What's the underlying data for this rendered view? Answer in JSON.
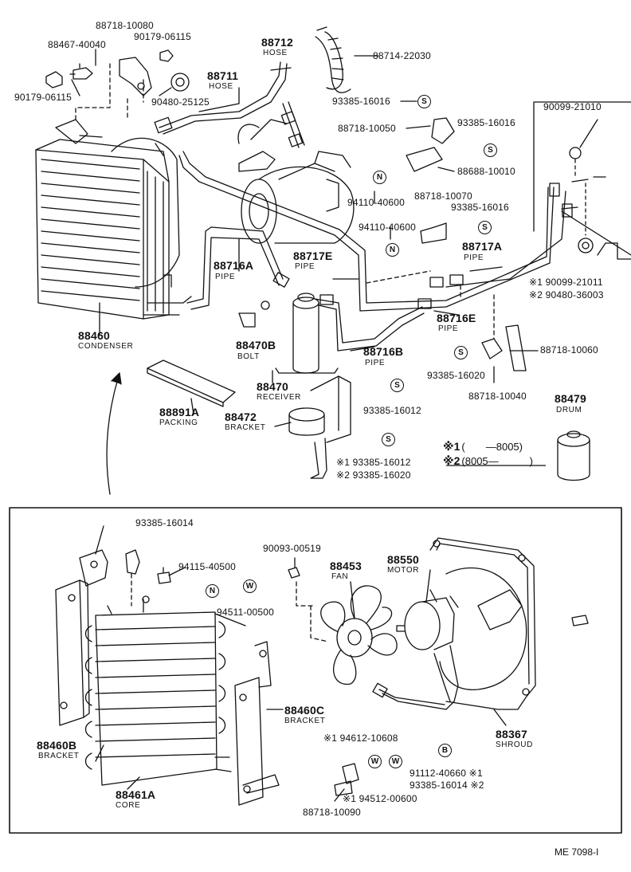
{
  "parts": {
    "p_88718_10080": "88718-10080",
    "p_88467_40040": "88467-40040",
    "p_90179_06115_a": "90179-06115",
    "p_90179_06115_b": "90179-06115",
    "p_88712": "88712",
    "p_88712_sub": "HOSE",
    "p_88714_22030": "88714-22030",
    "p_88711": "88711",
    "p_88711_sub": "HOSE",
    "p_90480_25125": "90480-25125",
    "p_93385_16016_a": "93385-16016",
    "p_90099_21010": "90099-21010",
    "p_88718_10050": "88718-10050",
    "p_93385_16016_b": "93385-16016",
    "p_88688_10010": "88688-10010",
    "p_94110_40600_a": "94110-40600",
    "p_88718_10070": "88718-10070",
    "p_93385_16016_c": "93385-16016",
    "p_94110_40600_b": "94110-40600",
    "p_88717A": "88717A",
    "p_88717A_sub": "PIPE",
    "p_88716A": "88716A",
    "p_88716A_sub": "PIPE",
    "p_88717E": "88717E",
    "p_88717E_sub": "PIPE",
    "p_x1_90099_21011": "※1 90099-21011",
    "p_x2_90480_36003": "※2 90480-36003",
    "p_88716E": "88716E",
    "p_88716E_sub": "PIPE",
    "p_88460": "88460",
    "p_88460_sub": "CONDENSER",
    "p_88470B": "88470B",
    "p_88470B_sub": "BOLT",
    "p_88716B": "88716B",
    "p_88716B_sub": "PIPE",
    "p_93385_16020": "93385-16020",
    "p_88718_10060": "88718-10060",
    "p_88470": "88470",
    "p_88470_sub": "RECEIVER",
    "p_88718_10040": "88718-10040",
    "p_88479": "88479",
    "p_88479_sub": "DRUM",
    "p_88891A": "88891A",
    "p_88891A_sub": "PACKING",
    "p_88472": "88472",
    "p_88472_sub": "BRACKET",
    "p_93385_16012": "93385-16012",
    "p_x1_93385_16012": "※1 93385-16012",
    "p_x2_93385_16020": "※2 93385-16020",
    "p_93385_16014_top": "93385-16014",
    "p_94115_40500": "94115-40500",
    "p_90093_00519": "90093-00519",
    "p_88453": "88453",
    "p_88453_sub": "FAN",
    "p_88550": "88550",
    "p_88550_sub": "MOTOR",
    "p_94511_00500": "94511-00500",
    "p_88460C": "88460C",
    "p_88460C_sub": "BRACKET",
    "p_88460B": "88460B",
    "p_88460B_sub": "BRACKET",
    "p_88367": "88367",
    "p_88367_sub": "SHROUD",
    "p_x1_94612_10608": "※1 94612-10608",
    "p_91112_40660": "91112-40660 ※1",
    "p_93385_16014_x2": "93385-16014 ※2",
    "p_88461A": "88461A",
    "p_88461A_sub": "CORE",
    "p_x1_94512_00600": "※1 94512-00600",
    "p_88718_10090": "88718-10090"
  },
  "legend": {
    "x1_mark": "※1",
    "x1_range": "(　　—8005)",
    "x2_mark": "※2",
    "x2_range": "(8005—　　　)"
  },
  "symbols": {
    "S": "S",
    "N": "N",
    "W": "W",
    "B": "B"
  },
  "footer": "ME 7098-I"
}
